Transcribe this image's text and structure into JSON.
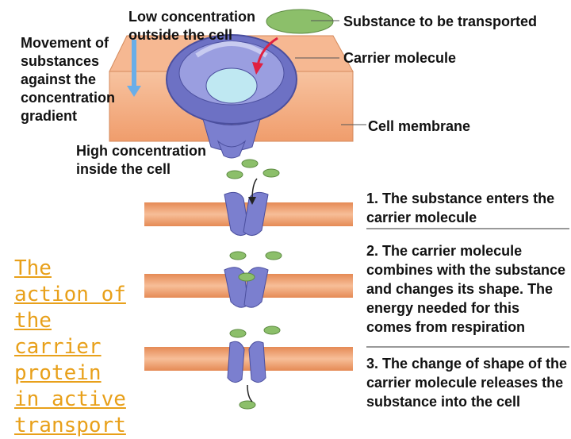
{
  "labels": {
    "low_concentration": "Low concentration outside the cell",
    "movement": "Movement of substances against the concentration gradient",
    "high_concentration": "High concentration inside the cell",
    "substance": "Substance to be transported",
    "carrier": "Carrier molecule",
    "membrane": "Cell membrane"
  },
  "steps": [
    "1. The substance enters the carrier molecule",
    "2. The carrier molecule combines with the substance and changes its shape. The energy needed for this comes from respiration",
    "3. The change of shape of the carrier molecule releases the substance into the cell"
  ],
  "title": "The action of the carrier protein in active transport",
  "colors": {
    "membrane": "#f2a274",
    "carrier": "#7b7fcf",
    "substance": "#8cbf6a",
    "arrow_blue": "#6aaee8",
    "arrow_red": "#e02040",
    "title": "#e8a01a"
  }
}
